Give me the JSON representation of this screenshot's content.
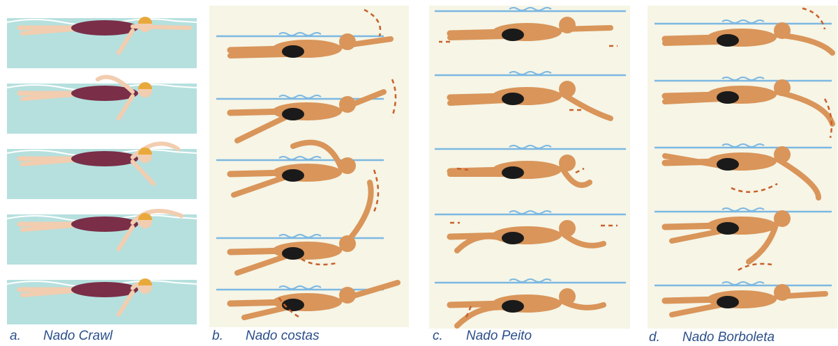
{
  "panels": [
    {
      "letter": "a.",
      "title": "Nado Crawl"
    },
    {
      "letter": "b.",
      "title": "Nado costas"
    },
    {
      "letter": "c.",
      "title": "Nado Peito"
    },
    {
      "letter": "d.",
      "title": "Nado Borboleta"
    }
  ],
  "colors": {
    "water": "#b5e0de",
    "panel_bg": "#f6f5e6",
    "waterline": "#7cb8e2",
    "skin_crawl": "#f2cdb0",
    "suit_crawl": "#7a2e47",
    "cap": "#e9a93a",
    "skin_other": "#d9955a",
    "suit_other": "#1a1a1a",
    "arrow": "#c9602a"
  },
  "icons": {
    "swimmer": "swimmer-figure",
    "arrow": "motion-arrow"
  }
}
